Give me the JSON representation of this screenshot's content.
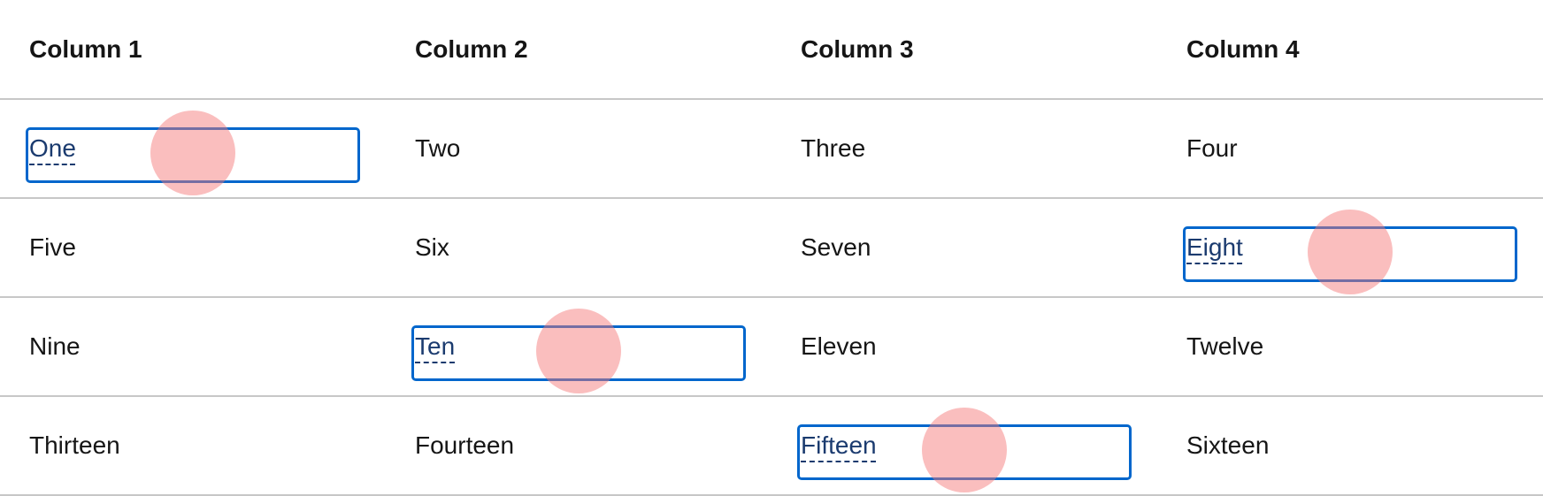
{
  "table": {
    "headers": [
      "Column 1",
      "Column 2",
      "Column 3",
      "Column 4"
    ],
    "rows": [
      [
        "One",
        "Two",
        "Three",
        "Four"
      ],
      [
        "Five",
        "Six",
        "Seven",
        "Eight"
      ],
      [
        "Nine",
        "Ten",
        "Eleven",
        "Twelve"
      ],
      [
        "Thirteen",
        "Fourteen",
        "Fifteen",
        "Sixteen"
      ]
    ],
    "highlighted_cells": [
      "One",
      "Eight",
      "Ten",
      "Fifteen"
    ]
  },
  "colors": {
    "focus_border": "#0066cc",
    "link_text": "#1b3b6f",
    "click_marker": "#f78a8a"
  }
}
